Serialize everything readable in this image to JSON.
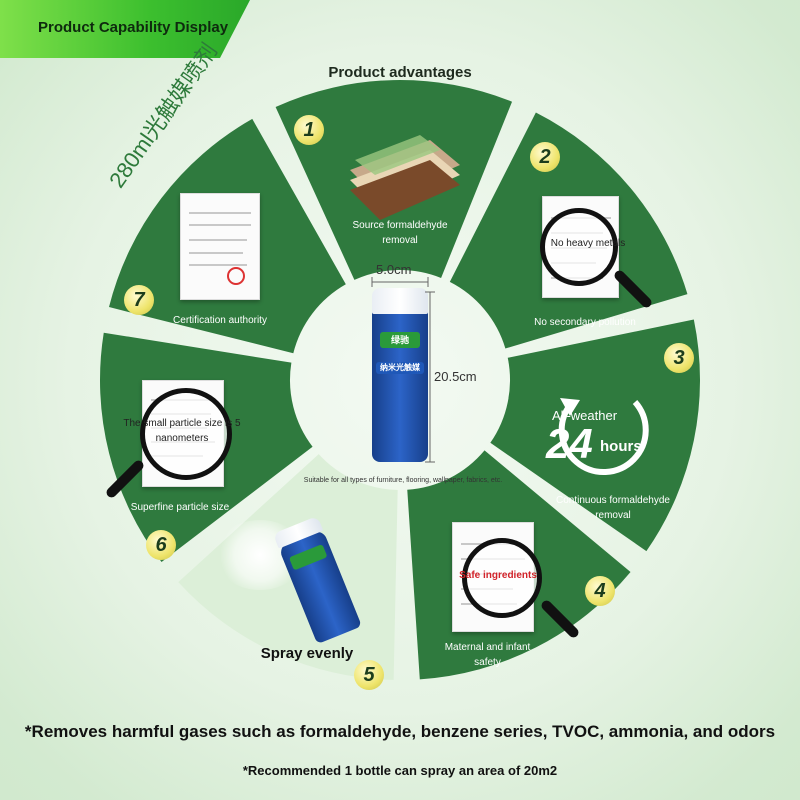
{
  "banner": {
    "title": "Product Capability Display"
  },
  "product": {
    "header": "Product advantages",
    "side_title": "280ml光触媒喷剂",
    "width_label": "5.0cm",
    "height_label": "20.5cm",
    "center_caption": "Suitable for all types of furniture, flooring, wallpaper, fabrics, etc.",
    "can_brand": "绿驰",
    "can_name": "纳米光触媒"
  },
  "segments": [
    {
      "number": "1",
      "label": "Source formaldehyde removal"
    },
    {
      "number": "2",
      "label": "No secondary pollution",
      "magnifier_text": "No heavy metals"
    },
    {
      "number": "3",
      "label": "Continuous formaldehyde removal",
      "top_text": "All-weather",
      "big_text": "24",
      "small_text": "hours"
    },
    {
      "number": "4",
      "label": "Maternal and infant safety",
      "magnifier_text": "Safe ingredients"
    },
    {
      "number": "5",
      "label": "Spray evenly"
    },
    {
      "number": "6",
      "label": "Superfine particle size",
      "magnifier_text": "The small particle size is 5 nanometers"
    },
    {
      "number": "7",
      "label": "Certification authority"
    }
  ],
  "footer": {
    "line1": "*Removes harmful gases such as formaldehyde, benzene series, TVOC, ammonia, and odors",
    "line2": "*Recommended 1 bottle can spray an area of 20m2"
  },
  "colors": {
    "wheel": "#2f7a3e",
    "banner": "#46c934",
    "badge": "#efe678"
  }
}
